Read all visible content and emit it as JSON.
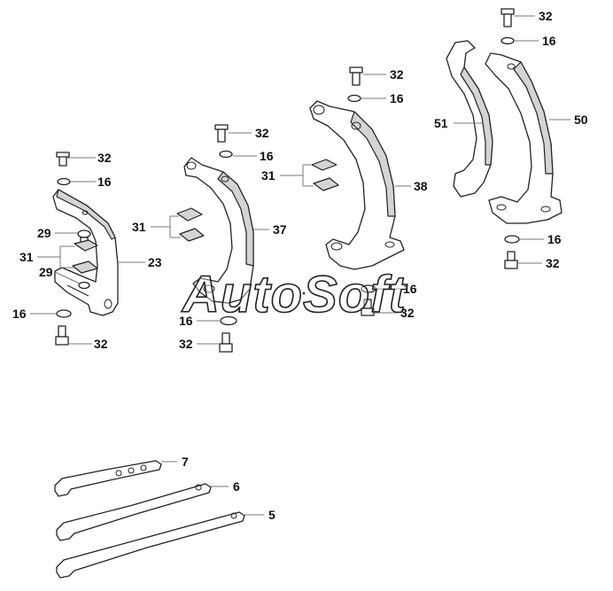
{
  "watermark": "AutoSoft",
  "callouts": [
    {
      "id": "c32-a",
      "text": "32"
    },
    {
      "id": "c16-a",
      "text": "16"
    },
    {
      "id": "c29-a",
      "text": "29"
    },
    {
      "id": "c31-a",
      "text": "31"
    },
    {
      "id": "c29-b",
      "text": "29"
    },
    {
      "id": "c23",
      "text": "23"
    },
    {
      "id": "c16-b",
      "text": "16"
    },
    {
      "id": "c32-b",
      "text": "32"
    },
    {
      "id": "c32-c",
      "text": "32"
    },
    {
      "id": "c16-c",
      "text": "16"
    },
    {
      "id": "c31-b",
      "text": "31"
    },
    {
      "id": "c37",
      "text": "37"
    },
    {
      "id": "c16-d",
      "text": "16"
    },
    {
      "id": "c32-d",
      "text": "32"
    },
    {
      "id": "c32-e",
      "text": "32"
    },
    {
      "id": "c16-e",
      "text": "16"
    },
    {
      "id": "c31-c",
      "text": "31"
    },
    {
      "id": "c38",
      "text": "38"
    },
    {
      "id": "c16-f",
      "text": "16"
    },
    {
      "id": "c32-f",
      "text": "32"
    },
    {
      "id": "c32-g",
      "text": "32"
    },
    {
      "id": "c16-g",
      "text": "16"
    },
    {
      "id": "c51",
      "text": "51"
    },
    {
      "id": "c50",
      "text": "50"
    },
    {
      "id": "c16-h",
      "text": "16"
    },
    {
      "id": "c32-h",
      "text": "32"
    },
    {
      "id": "c7",
      "text": "7"
    },
    {
      "id": "c6",
      "text": "6"
    },
    {
      "id": "c5",
      "text": "5"
    }
  ]
}
